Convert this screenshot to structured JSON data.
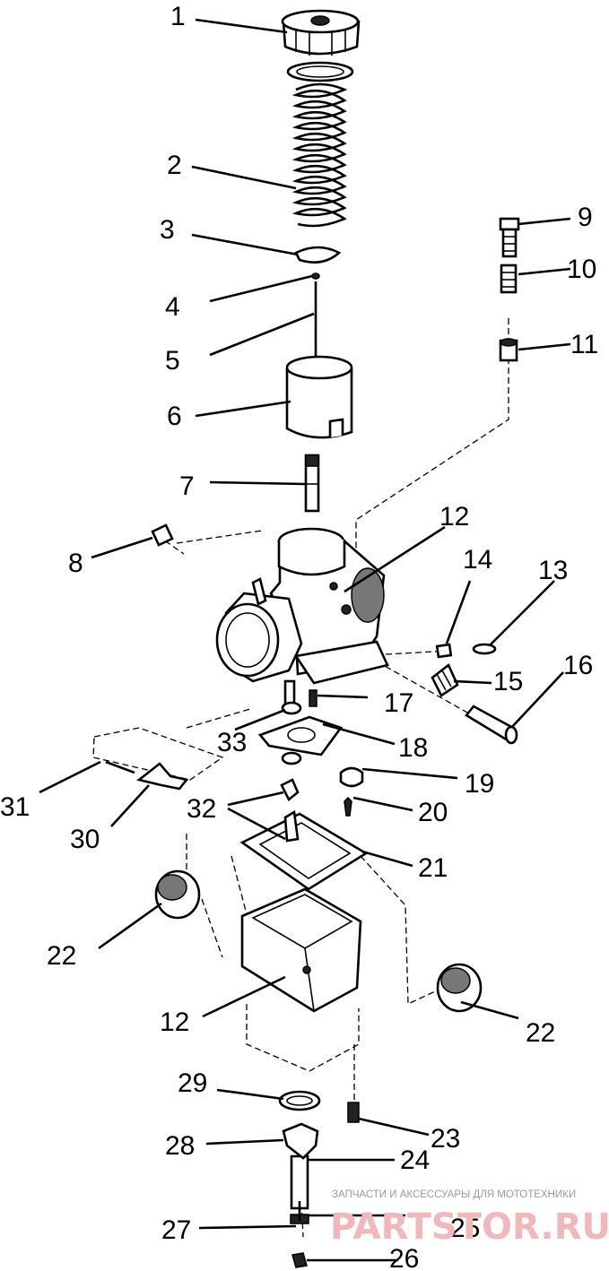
{
  "callouts": [
    "1",
    "2",
    "3",
    "4",
    "5",
    "6",
    "7",
    "8",
    "9",
    "10",
    "11",
    "12",
    "12",
    "13",
    "14",
    "15",
    "16",
    "17",
    "18",
    "19",
    "20",
    "21",
    "22",
    "22",
    "23",
    "24",
    "25",
    "26",
    "27",
    "28",
    "29",
    "30",
    "31",
    "32",
    "33"
  ],
  "watermark": {
    "tagline": "ЗАПЧАСТИ И АКСЕССУАРЫ ДЛЯ МОТОТЕХНИКИ",
    "brand": "PARTSTOR.RU"
  }
}
